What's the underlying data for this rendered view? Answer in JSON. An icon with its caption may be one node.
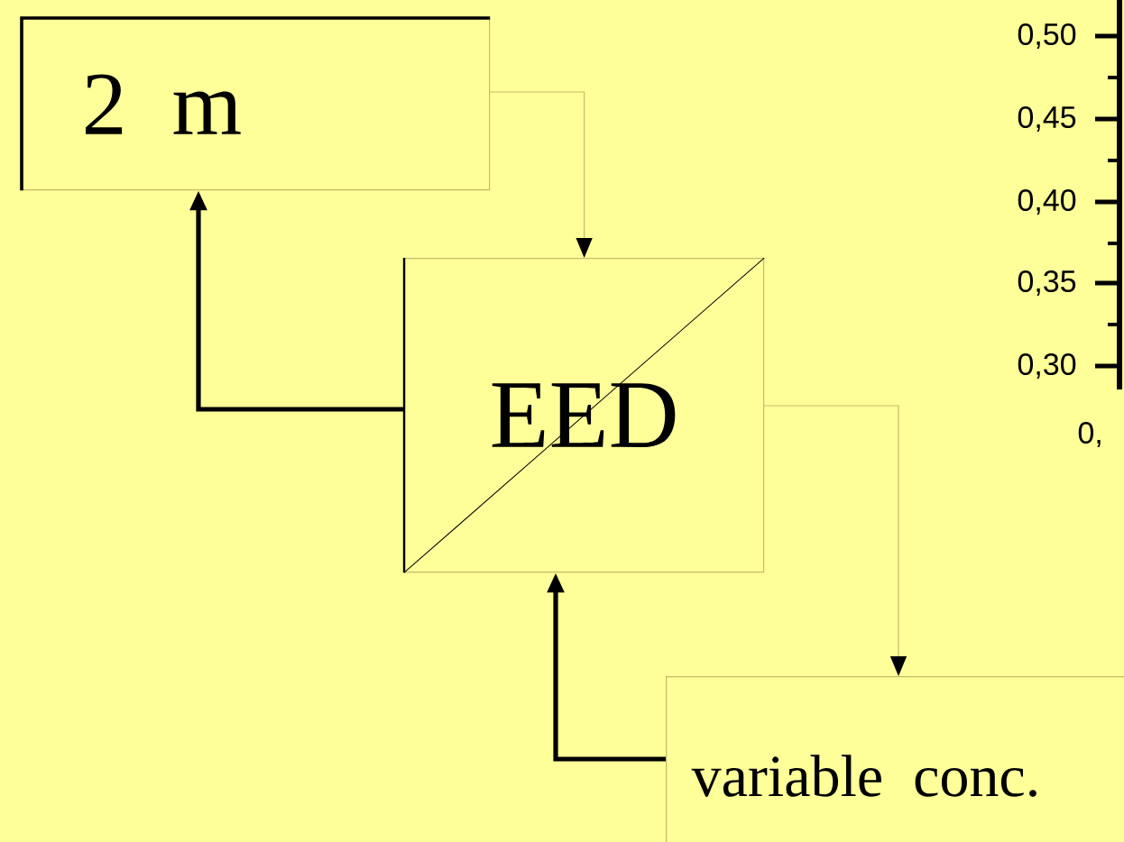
{
  "diagram": {
    "nodes": [
      {
        "text": [
          "2 m"
        ]
      },
      {
        "text": [
          "EED"
        ]
      },
      {
        "text": [
          "variable conc."
        ]
      }
    ],
    "edges": [
      {
        "from": 0,
        "to": 1,
        "arrow": "to"
      },
      {
        "from": 1,
        "to": 0,
        "arrow": "to",
        "style": "thick",
        "color": "#000000"
      },
      {
        "from": 1,
        "to": 2,
        "arrow": "to"
      },
      {
        "from": 2,
        "to": 1,
        "arrow": "to",
        "style": "thick",
        "color": "#000000"
      }
    ],
    "labels": [
      "0,50",
      "0,45",
      "0,40",
      "0,35",
      "0,30",
      "0,"
    ]
  }
}
